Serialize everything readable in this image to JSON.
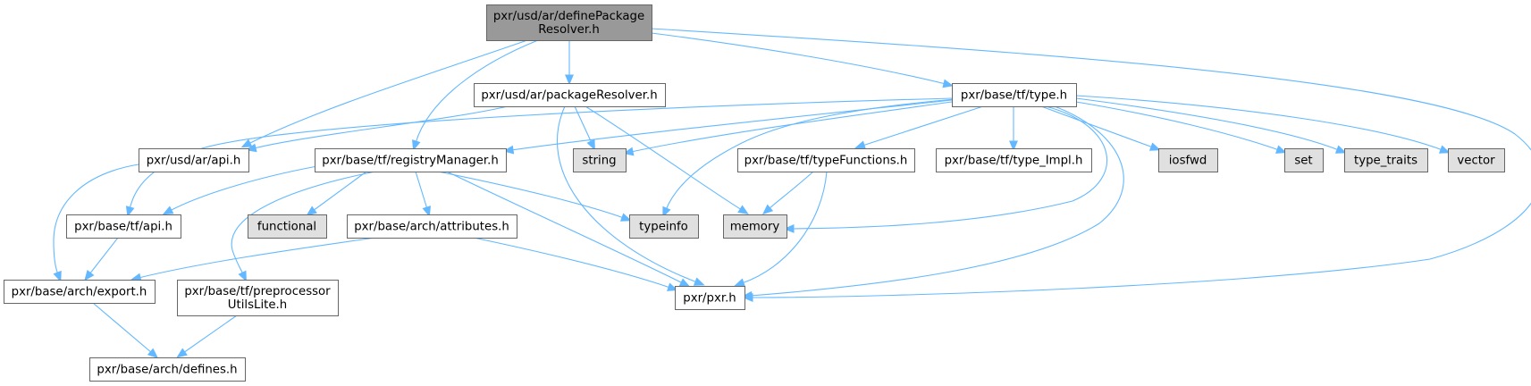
{
  "graph": {
    "title": "Include dependency graph for pxr/usd/ar/definePackageResolver.h",
    "colors": {
      "root_fill": "#999999",
      "project_fill": "#ffffff",
      "system_fill": "#e0e0e0",
      "border": "#666666",
      "system_border": "#999999",
      "edge": "#63b8ff"
    },
    "nodes": [
      {
        "id": "root",
        "lines": [
          "pxr/usd/ar/definePackage",
          "Resolver.h"
        ],
        "kind": "root"
      },
      {
        "id": "packageResolver",
        "lines": [
          "pxr/usd/ar/packageResolver.h"
        ],
        "kind": "project"
      },
      {
        "id": "type",
        "lines": [
          "pxr/base/tf/type.h"
        ],
        "kind": "project"
      },
      {
        "id": "arApi",
        "lines": [
          "pxr/usd/ar/api.h"
        ],
        "kind": "project"
      },
      {
        "id": "registryManager",
        "lines": [
          "pxr/base/tf/registryManager.h"
        ],
        "kind": "project"
      },
      {
        "id": "string",
        "lines": [
          "string"
        ],
        "kind": "system"
      },
      {
        "id": "typeFunctions",
        "lines": [
          "pxr/base/tf/typeFunctions.h"
        ],
        "kind": "project"
      },
      {
        "id": "typeImpl",
        "lines": [
          "pxr/base/tf/type_Impl.h"
        ],
        "kind": "project"
      },
      {
        "id": "iosfwd",
        "lines": [
          "iosfwd"
        ],
        "kind": "system"
      },
      {
        "id": "set",
        "lines": [
          "set"
        ],
        "kind": "system"
      },
      {
        "id": "type_traits",
        "lines": [
          "type_traits"
        ],
        "kind": "system"
      },
      {
        "id": "vector",
        "lines": [
          "vector"
        ],
        "kind": "system"
      },
      {
        "id": "tfApi",
        "lines": [
          "pxr/base/tf/api.h"
        ],
        "kind": "project"
      },
      {
        "id": "functional",
        "lines": [
          "functional"
        ],
        "kind": "system"
      },
      {
        "id": "attributes",
        "lines": [
          "pxr/base/arch/attributes.h"
        ],
        "kind": "project"
      },
      {
        "id": "typeinfo",
        "lines": [
          "typeinfo"
        ],
        "kind": "system"
      },
      {
        "id": "memory",
        "lines": [
          "memory"
        ],
        "kind": "system"
      },
      {
        "id": "export",
        "lines": [
          "pxr/base/arch/export.h"
        ],
        "kind": "project"
      },
      {
        "id": "preprocessorUtilsLite",
        "lines": [
          "pxr/base/tf/preprocessor",
          "UtilsLite.h"
        ],
        "kind": "project"
      },
      {
        "id": "pxr",
        "lines": [
          "pxr/pxr.h"
        ],
        "kind": "project"
      },
      {
        "id": "defines",
        "lines": [
          "pxr/base/arch/defines.h"
        ],
        "kind": "project"
      }
    ],
    "edges": [
      [
        "root",
        "packageResolver"
      ],
      [
        "root",
        "type"
      ],
      [
        "root",
        "arApi"
      ],
      [
        "root",
        "registryManager"
      ],
      [
        "root",
        "pxr"
      ],
      [
        "packageResolver",
        "arApi"
      ],
      [
        "packageResolver",
        "string"
      ],
      [
        "packageResolver",
        "memory"
      ],
      [
        "packageResolver",
        "pxr"
      ],
      [
        "type",
        "tfApi"
      ],
      [
        "type",
        "registryManager"
      ],
      [
        "type",
        "string"
      ],
      [
        "type",
        "typeFunctions"
      ],
      [
        "type",
        "typeImpl"
      ],
      [
        "type",
        "iosfwd"
      ],
      [
        "type",
        "set"
      ],
      [
        "type",
        "type_traits"
      ],
      [
        "type",
        "vector"
      ],
      [
        "type",
        "typeinfo"
      ],
      [
        "type",
        "memory"
      ],
      [
        "type",
        "pxr"
      ],
      [
        "arApi",
        "export"
      ],
      [
        "registryManager",
        "tfApi"
      ],
      [
        "registryManager",
        "functional"
      ],
      [
        "registryManager",
        "attributes"
      ],
      [
        "registryManager",
        "typeinfo"
      ],
      [
        "registryManager",
        "preprocessorUtilsLite"
      ],
      [
        "registryManager",
        "pxr"
      ],
      [
        "typeFunctions",
        "memory"
      ],
      [
        "typeFunctions",
        "pxr"
      ],
      [
        "tfApi",
        "export"
      ],
      [
        "attributes",
        "export"
      ],
      [
        "attributes",
        "pxr"
      ],
      [
        "export",
        "defines"
      ],
      [
        "preprocessorUtilsLite",
        "defines"
      ]
    ]
  }
}
